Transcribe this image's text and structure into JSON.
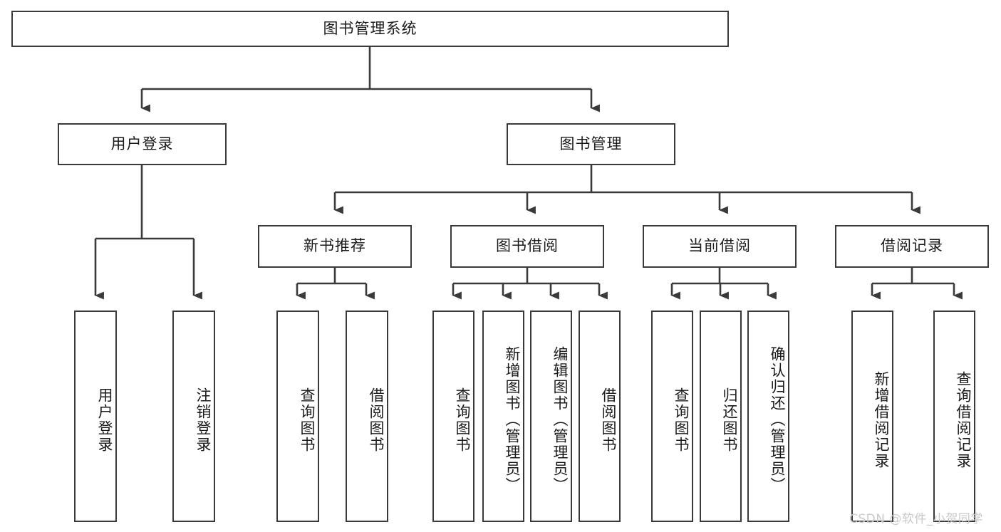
{
  "diagram": {
    "title": "图书管理系统",
    "type": "tree-hierarchy-chart",
    "root": {
      "label": "图书管理系统"
    },
    "level2": [
      {
        "label": "用户登录"
      },
      {
        "label": "图书管理"
      }
    ],
    "level3": [
      {
        "label": "新书推荐"
      },
      {
        "label": "图书借阅"
      },
      {
        "label": "当前借阅"
      },
      {
        "label": "借阅记录"
      }
    ],
    "leaves": {
      "user_login": [
        {
          "label": "用户登录"
        },
        {
          "label": "注销登录"
        }
      ],
      "new_book_recommend": [
        {
          "label": "查询图书"
        },
        {
          "label": "借阅图书"
        }
      ],
      "book_borrow": [
        {
          "label": "查询图书"
        },
        {
          "label": "新增图书（管理员）"
        },
        {
          "label": "编辑图书（管理员）"
        },
        {
          "label": "借阅图书"
        }
      ],
      "current_borrow": [
        {
          "label": "查询图书"
        },
        {
          "label": "归还图书"
        },
        {
          "label": "确认归还（管理员）"
        }
      ],
      "borrow_record": [
        {
          "label": "新增借阅记录"
        },
        {
          "label": "查询借阅记录"
        }
      ]
    }
  },
  "watermark": {
    "text": "CSDN @软件_小贺同学"
  },
  "colors": {
    "stroke": "#3a3a3a",
    "box_fill": "#ffffff",
    "text": "#1a1a1a",
    "watermark": "#c9c9c9",
    "background": "#ffffff"
  }
}
